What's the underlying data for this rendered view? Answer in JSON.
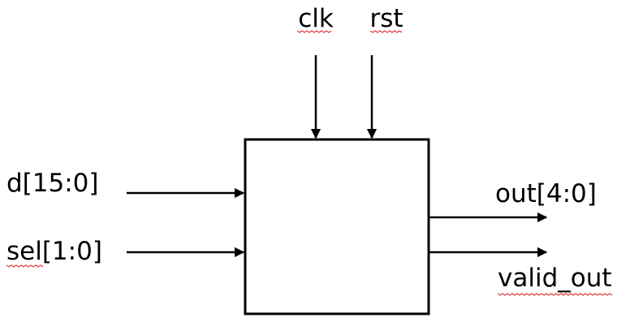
{
  "colors": {
    "line": "#000000",
    "block_fill": "#ffffff",
    "spellcheck_underline": "#e03c3c"
  },
  "ports": {
    "top": [
      {
        "id": "clk",
        "label": "clk",
        "direction": "input",
        "spellcheck_underline": true
      },
      {
        "id": "rst",
        "label": "rst",
        "direction": "input",
        "spellcheck_underline": true
      }
    ],
    "left": [
      {
        "id": "d",
        "label": "d[15:0]",
        "direction": "input",
        "spellcheck_underline": false
      },
      {
        "id": "sel",
        "label": "sel[1:0]",
        "direction": "input",
        "spellcheck_underline": true
      }
    ],
    "right": [
      {
        "id": "out",
        "label": "out[4:0]",
        "direction": "output",
        "spellcheck_underline": false
      },
      {
        "id": "valid_out",
        "label": "valid_out",
        "direction": "output",
        "spellcheck_underline": true
      }
    ]
  }
}
